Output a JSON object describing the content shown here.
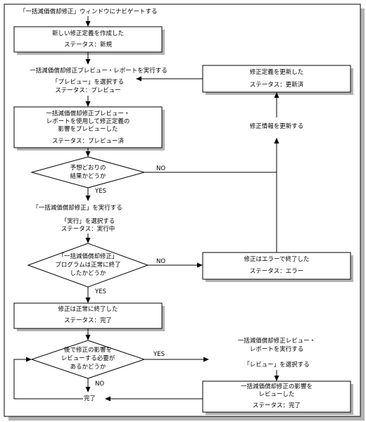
{
  "nodes": {
    "start": "「一括減価償却修正」ウィンドウにナビゲートする",
    "create_box": {
      "line1": "新しい修正定義を作成した",
      "line2": "ステータス：新規"
    },
    "run_preview": "一括減価償却修正プレビュー・レポートを実行する",
    "select_preview": {
      "line1": "「プレビュー」を選択する",
      "line2": "ステータス：プレビュー"
    },
    "preview_box": {
      "line1": "一括減価償却修正プレビュー・",
      "line2": "レポートを使用して修正定義の",
      "line3": "影響をプレビューした",
      "line4": "ステータス：プレビュー済"
    },
    "decision_expected": {
      "line1": "予想どおりの",
      "line2": "結果かどうか"
    },
    "run_revision": "「一括減価償却修正」を実行する",
    "select_run": {
      "line1": "「実行」を選択する",
      "line2": "ステータス：実行中"
    },
    "decision_program": {
      "line1": "「一括減価償却修正」",
      "line2": "プログラムは正常に終了",
      "line3": "したかどうか"
    },
    "success_box": {
      "line1": "修正は正常に終了した",
      "line2": "ステータス：完了"
    },
    "decision_review": {
      "line1": "後で修正の影響を",
      "line2": "レビューする必要が",
      "line3": "あるかどうか"
    },
    "done": "完了",
    "updated_box": {
      "line1": "修正定義を更新した",
      "line2": "ステータス：更新済"
    },
    "update_info": "修正情報を更新する",
    "error_box": {
      "line1": "修正はエラーで終了した",
      "line2": "ステータス：エラー"
    },
    "run_review": {
      "line1": "一括減価償却修正レビュー・",
      "line2": "レポートを実行する"
    },
    "select_review": "「レビュー」を選択する",
    "reviewed_box": {
      "line1": "一括減価償却修正の影響を",
      "line2": "レビューした",
      "line3": "ステータス：完了"
    }
  },
  "edges": {
    "yes": "YES",
    "no": "NO"
  },
  "colors": {
    "stroke": "#000000",
    "shadow": "#b3b3b3",
    "fill": "#ffffff"
  }
}
